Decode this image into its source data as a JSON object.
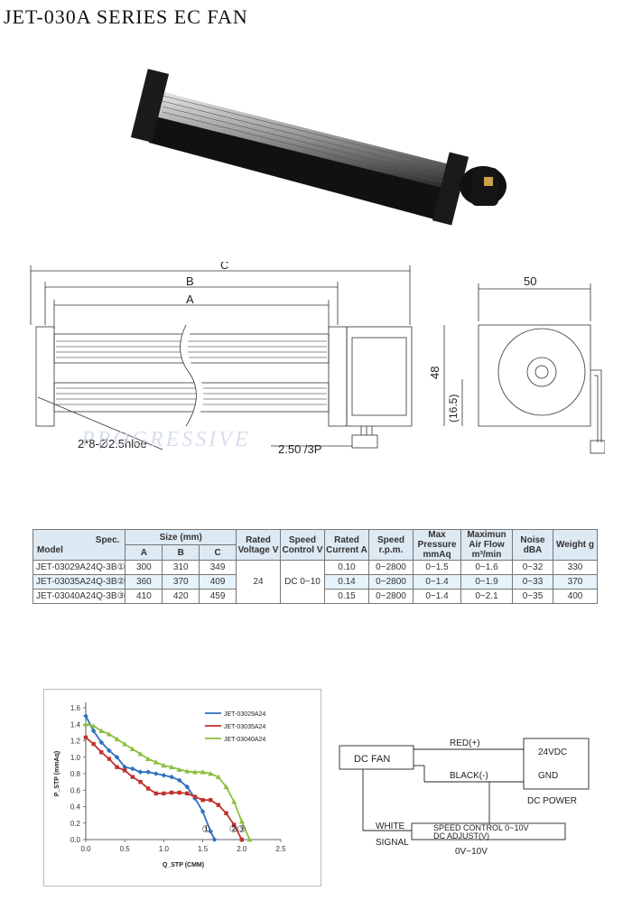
{
  "title": "JET-030A SERIES EC FAN",
  "dimensions": {
    "C": "C",
    "B": "B",
    "A": "A",
    "holes": "2*8-Ø2.5hloe",
    "connector": "2.50 /3P",
    "width": "50",
    "height": "48",
    "offset": "(16.5)",
    "watermark": "PROGRESSIVE"
  },
  "spec_table": {
    "header": {
      "spec": "Spec.",
      "model": "Model",
      "size": "Size (mm)",
      "a": "A",
      "b": "B",
      "c": "C",
      "voltage": "Rated Voltage V",
      "speed_control": "Speed Control V",
      "current": "Rated Current A",
      "speed": "Speed r.p.m.",
      "pressure": "Max Pressure mmAq",
      "airflow": "Maximun Air Flow m³/min",
      "noise": "Noise dBA",
      "weight": "Weight g"
    },
    "rows": [
      {
        "model": "JET-03029A24Q-3B①",
        "a": "300",
        "b": "310",
        "c": "349",
        "current": "0.10",
        "speed": "0~2800",
        "pressure": "0~1.5",
        "airflow": "0~1.6",
        "noise": "0~32",
        "weight": "330"
      },
      {
        "model": "JET-03035A24Q-3B②",
        "a": "360",
        "b": "370",
        "c": "409",
        "current": "0.14",
        "speed": "0~2800",
        "pressure": "0~1.4",
        "airflow": "0~1.9",
        "noise": "0~33",
        "weight": "370"
      },
      {
        "model": "JET-03040A24Q-3B③",
        "a": "410",
        "b": "420",
        "c": "459",
        "current": "0.15",
        "speed": "0~2800",
        "pressure": "0~1.4",
        "airflow": "0~2.1",
        "noise": "0~35",
        "weight": "400"
      }
    ],
    "voltage": "24",
    "speed_control": "DC 0~10"
  },
  "chart_data": {
    "type": "line",
    "xlabel": "Q_STP (CMM)",
    "ylabel": "P_STP (mmAq)",
    "xlim": [
      0,
      2.5
    ],
    "ylim": [
      0,
      1.6
    ],
    "xticks": [
      "0.0",
      "0.5",
      "1.0",
      "1.5",
      "2.0",
      "2.5"
    ],
    "yticks": [
      "0.0",
      "0.2",
      "0.4",
      "0.6",
      "0.8",
      "1.0",
      "1.2",
      "1.4",
      "1.6"
    ],
    "legend_position": "top-right",
    "series": [
      {
        "name": "JET-03029A24",
        "color": "#2f6fbf",
        "marker": "diamond",
        "label": "①",
        "x": [
          0,
          0.1,
          0.2,
          0.3,
          0.4,
          0.5,
          0.6,
          0.7,
          0.8,
          0.9,
          1.0,
          1.1,
          1.2,
          1.3,
          1.4,
          1.5,
          1.6,
          1.65
        ],
        "y": [
          1.5,
          1.32,
          1.18,
          1.08,
          1.0,
          0.88,
          0.86,
          0.82,
          0.82,
          0.8,
          0.78,
          0.76,
          0.72,
          0.64,
          0.5,
          0.34,
          0.1,
          0.0
        ]
      },
      {
        "name": "JET-03035A24",
        "color": "#c0322e",
        "marker": "square",
        "label": "②",
        "x": [
          0,
          0.1,
          0.2,
          0.3,
          0.4,
          0.5,
          0.6,
          0.7,
          0.8,
          0.9,
          1.0,
          1.1,
          1.2,
          1.3,
          1.4,
          1.5,
          1.6,
          1.7,
          1.8,
          1.9,
          2.0
        ],
        "y": [
          1.24,
          1.16,
          1.06,
          0.98,
          0.88,
          0.84,
          0.76,
          0.7,
          0.62,
          0.56,
          0.56,
          0.57,
          0.57,
          0.56,
          0.52,
          0.48,
          0.48,
          0.42,
          0.32,
          0.18,
          0.0
        ]
      },
      {
        "name": "JET-03040A24",
        "color": "#8cbf3c",
        "marker": "triangle",
        "label": "③",
        "x": [
          0,
          0.1,
          0.2,
          0.3,
          0.4,
          0.5,
          0.6,
          0.7,
          0.8,
          0.9,
          1.0,
          1.1,
          1.2,
          1.3,
          1.4,
          1.5,
          1.6,
          1.7,
          1.8,
          1.9,
          2.0,
          2.1
        ],
        "y": [
          1.4,
          1.38,
          1.32,
          1.28,
          1.22,
          1.16,
          1.1,
          1.04,
          0.98,
          0.94,
          0.9,
          0.88,
          0.85,
          0.83,
          0.82,
          0.82,
          0.8,
          0.76,
          0.64,
          0.46,
          0.22,
          0.0
        ]
      }
    ]
  },
  "wiring": {
    "dc_fan": "DC  FAN",
    "red": "RED(+)",
    "black": "BLACK(-)",
    "supply": "24VDC",
    "gnd": "GND",
    "dc_power": "DC  POWER",
    "white": "WHITE",
    "signal": "SIGNAL",
    "speed_control": "SPEED CONTROL 0~10V",
    "dc_adjust": "DC ADJUST(V)",
    "range": "0V~10V"
  }
}
